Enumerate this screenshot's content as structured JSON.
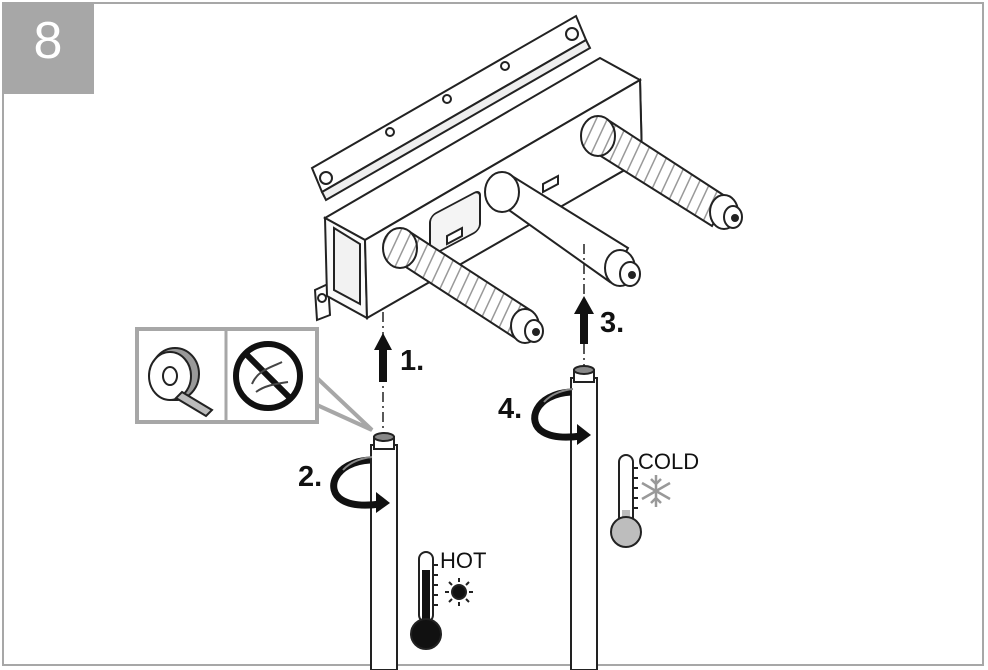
{
  "step_number": "8",
  "steps": {
    "s1": "1.",
    "s2": "2.",
    "s3": "3.",
    "s4": "4."
  },
  "temps": {
    "hot": "HOT",
    "cold": "COLD"
  },
  "colors": {
    "frame": "#a7a7a7",
    "hot_bulb": "#111111",
    "cold_bulb": "#bdbdbd"
  },
  "icons": [
    "sealing-tape-icon",
    "no-hemp-sealant-icon",
    "thermometer-hot-icon",
    "thermometer-cold-icon",
    "sun-icon",
    "snowflake-icon"
  ]
}
